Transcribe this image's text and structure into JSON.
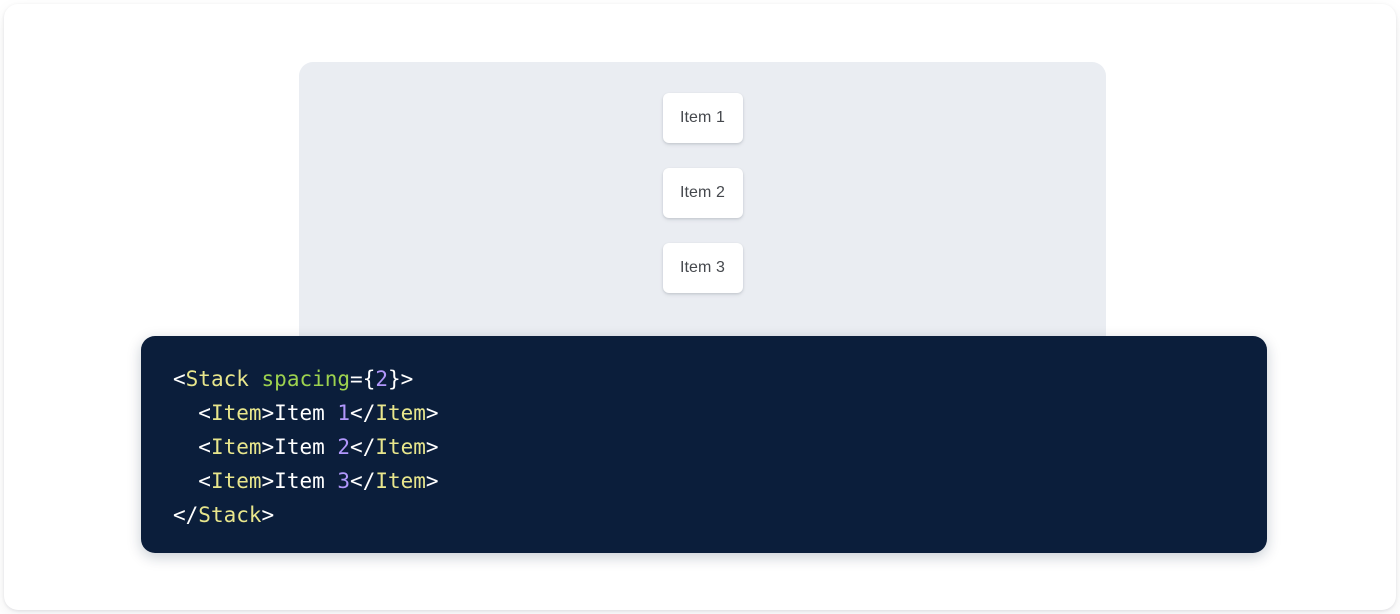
{
  "preview": {
    "panel_name": "stack-preview-panel",
    "background_color": "#eaedf2",
    "items": [
      {
        "label": "Item 1"
      },
      {
        "label": "Item 2"
      },
      {
        "label": "Item 3"
      }
    ]
  },
  "code": {
    "language": "jsx",
    "background_color": "#0b1e3b",
    "colors": {
      "tag": "#e8e68c",
      "attribute": "#9dd24f",
      "number": "#b197fc",
      "punctuation": "#ffffff",
      "text": "#ffffff"
    },
    "lines": [
      {
        "tokens": [
          {
            "t": "<",
            "k": "punct"
          },
          {
            "t": "Stack",
            "k": "tag"
          },
          {
            "t": " ",
            "k": "punct"
          },
          {
            "t": "spacing",
            "k": "attr"
          },
          {
            "t": "={",
            "k": "punct"
          },
          {
            "t": "2",
            "k": "num"
          },
          {
            "t": "}>",
            "k": "punct"
          }
        ]
      },
      {
        "tokens": [
          {
            "t": "  <",
            "k": "punct"
          },
          {
            "t": "Item",
            "k": "tag"
          },
          {
            "t": ">",
            "k": "punct"
          },
          {
            "t": "Item ",
            "k": "text"
          },
          {
            "t": "1",
            "k": "num"
          },
          {
            "t": "</",
            "k": "punct"
          },
          {
            "t": "Item",
            "k": "tag"
          },
          {
            "t": ">",
            "k": "punct"
          }
        ]
      },
      {
        "tokens": [
          {
            "t": "  <",
            "k": "punct"
          },
          {
            "t": "Item",
            "k": "tag"
          },
          {
            "t": ">",
            "k": "punct"
          },
          {
            "t": "Item ",
            "k": "text"
          },
          {
            "t": "2",
            "k": "num"
          },
          {
            "t": "</",
            "k": "punct"
          },
          {
            "t": "Item",
            "k": "tag"
          },
          {
            "t": ">",
            "k": "punct"
          }
        ]
      },
      {
        "tokens": [
          {
            "t": "  <",
            "k": "punct"
          },
          {
            "t": "Item",
            "k": "tag"
          },
          {
            "t": ">",
            "k": "punct"
          },
          {
            "t": "Item ",
            "k": "text"
          },
          {
            "t": "3",
            "k": "num"
          },
          {
            "t": "</",
            "k": "punct"
          },
          {
            "t": "Item",
            "k": "tag"
          },
          {
            "t": ">",
            "k": "punct"
          }
        ]
      },
      {
        "tokens": [
          {
            "t": "</",
            "k": "punct"
          },
          {
            "t": "Stack",
            "k": "tag"
          },
          {
            "t": ">",
            "k": "punct"
          }
        ]
      }
    ]
  }
}
